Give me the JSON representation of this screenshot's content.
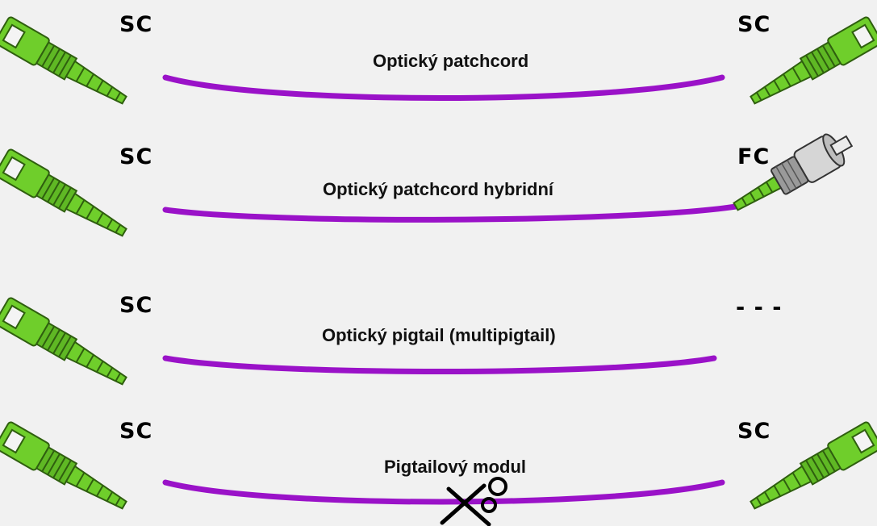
{
  "colors": {
    "background": "#f1f1f1",
    "cable": "#9a12c8",
    "connector_green": "#6fce2b",
    "connector_dark": "#3d7f14",
    "fc_metal": "#b8b8b8"
  },
  "rows": [
    {
      "title": "Optický patchcord",
      "left_connector": {
        "label": "SC",
        "type": "SC",
        "icon": "sc-connector-icon"
      },
      "right_connector": {
        "label": "SC",
        "type": "SC",
        "icon": "sc-connector-icon"
      }
    },
    {
      "title": "Optický patchcord hybridní",
      "left_connector": {
        "label": "SC",
        "type": "SC",
        "icon": "sc-connector-icon"
      },
      "right_connector": {
        "label": "FC",
        "type": "FC",
        "icon": "fc-connector-icon"
      }
    },
    {
      "title": "Optický pigtail (multipigtail)",
      "left_connector": {
        "label": "SC",
        "type": "SC",
        "icon": "sc-connector-icon"
      },
      "right_connector": {
        "label": "- - -",
        "type": "none",
        "icon": ""
      }
    },
    {
      "title": "Pigtailový modul",
      "left_connector": {
        "label": "SC",
        "type": "SC",
        "icon": "sc-connector-icon"
      },
      "right_connector": {
        "label": "SC",
        "type": "SC",
        "icon": "sc-connector-icon"
      },
      "cut_icon": "scissors-icon"
    }
  ]
}
